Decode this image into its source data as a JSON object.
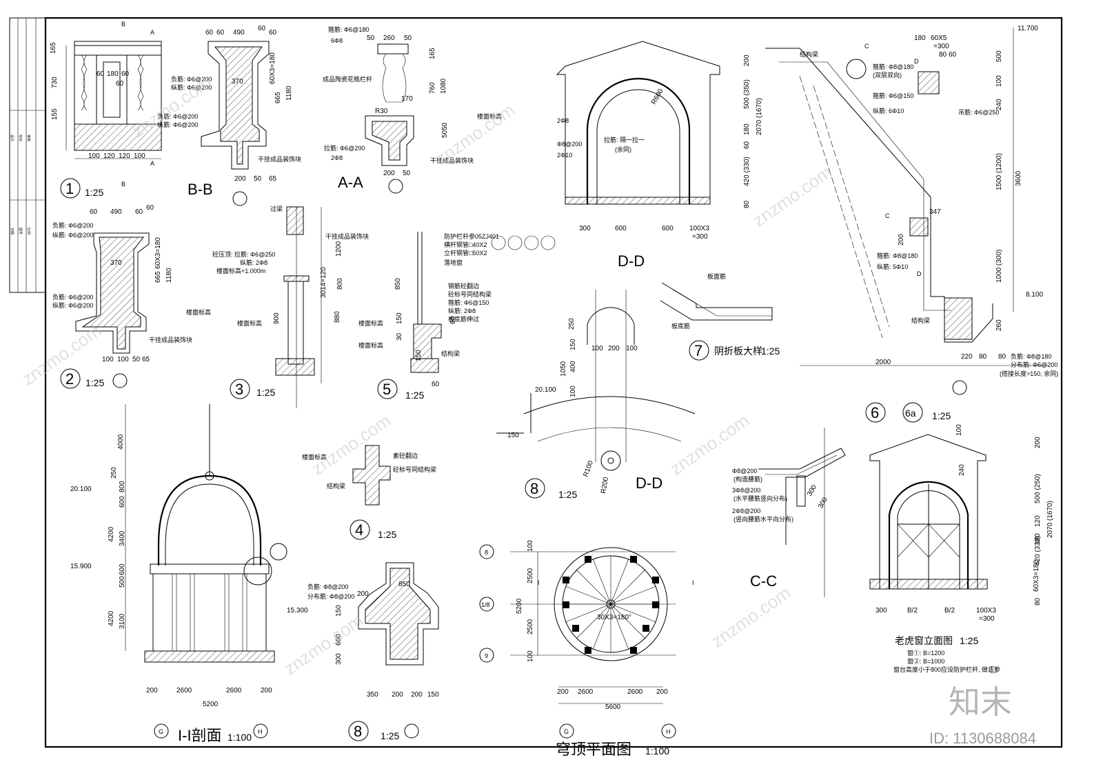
{
  "watermark": {
    "text": "znzmo.com",
    "logo": "知末",
    "id": "ID: 1130688084"
  },
  "details": {
    "d1": {
      "num": "1",
      "scale": "1:25"
    },
    "d2": {
      "num": "2",
      "scale": "1:25"
    },
    "d3": {
      "num": "3",
      "scale": "1:25"
    },
    "d4": {
      "num": "4",
      "scale": "1:25"
    },
    "d5": {
      "num": "5",
      "scale": "1:25"
    },
    "d6": {
      "num": "6",
      "num_b": "6a",
      "scale": "1:25"
    },
    "d7": {
      "num": "7",
      "title": "阴折板大样",
      "scale": "1:25"
    },
    "d8a": {
      "num": "8",
      "scale": "1:25"
    },
    "d8b": {
      "num": "8",
      "scale": "1:25"
    },
    "bb": {
      "title": "B-B"
    },
    "aa": {
      "title": "A-A"
    },
    "dd1": {
      "title": "D-D"
    },
    "dd2": {
      "title": "D-D"
    },
    "cc": {
      "title": "C-C"
    },
    "section": {
      "title": "I-I剖面",
      "scale": "1:100"
    },
    "plan": {
      "title": "穹顶平面图",
      "scale": "1:100"
    },
    "dormer": {
      "title": "老虎窗立面图",
      "scale": "1:25",
      "note1": "窗①: B=1200",
      "note2": "窗②: B=1000",
      "note3": "窗台高度小于800应设防护栏杆, 做法参"
    }
  },
  "dims": {
    "d1": [
      "165",
      "730",
      "155",
      "100",
      "120",
      "120",
      "100",
      "60",
      "180",
      "60",
      "60"
    ],
    "bb": [
      "60",
      "60",
      "490",
      "60",
      "60",
      "370",
      "60X3=180",
      "665",
      "1180",
      "200",
      "50",
      "65"
    ],
    "aa": [
      "50",
      "260",
      "50",
      "165",
      "760",
      "1080",
      "170",
      "5050",
      "200",
      "50",
      "R30",
      "200",
      "50"
    ],
    "d2": [
      "60",
      "490",
      "60",
      "60",
      "370",
      "60X3=180",
      "665",
      "1180",
      "100",
      "100",
      "50",
      "65"
    ],
    "d3": [
      "900",
      "3014=120",
      "880",
      "800",
      "1200"
    ],
    "d5": [
      "850",
      "150",
      "30",
      "60",
      "150",
      "60"
    ],
    "dd1": [
      "300",
      "600",
      "600",
      "100X3",
      "=300",
      "R600",
      "500 (350)",
      "2070 (1670)",
      "420 (330)",
      "60",
      "180",
      "200",
      "80"
    ],
    "d8a": [
      "250",
      "1050",
      "400",
      "100",
      "150",
      "20.100",
      "R100",
      "R200",
      "100",
      "200",
      "100",
      "150"
    ],
    "d6": [
      "180",
      "60X5",
      "=300",
      "80",
      "60",
      "11.700",
      "500",
      "240",
      "100",
      "1500 (1200)",
      "3600",
      "1000 (300)",
      "8.100",
      "260",
      "347",
      "2000",
      "220",
      "80",
      "80",
      "200"
    ],
    "section": [
      "4000",
      "250",
      "800",
      "600",
      "4200",
      "3400",
      "500",
      "600",
      "4200",
      "3100",
      "20.100",
      "15.900",
      "200",
      "2600",
      "2600",
      "200",
      "5200"
    ],
    "d8b": [
      "850",
      "200",
      "600",
      "150",
      "300",
      "350",
      "200",
      "200",
      "150",
      "15.300"
    ],
    "plan": [
      "100",
      "2500",
      "5200",
      "2500",
      "100",
      "200",
      "2600",
      "2600",
      "200",
      "5600",
      "30X3=180°"
    ],
    "cc": [
      "300",
      "300"
    ],
    "dormer": [
      "300",
      "B/2",
      "B/2",
      "100X3",
      "=300",
      "100",
      "200",
      "240",
      "500 (250)",
      "120",
      "180",
      "2070 (1670)",
      "420 (330)",
      "60X3=180",
      "80"
    ]
  },
  "labels": {
    "axes": [
      "B",
      "A",
      "B",
      "A",
      "C",
      "C",
      "D",
      "D",
      "I",
      "I",
      "G",
      "H",
      "G",
      "H"
    ],
    "grid_circles": [
      "8",
      "1/8",
      "9"
    ],
    "notes_bb": [
      "负筋: Φ6@200",
      "纵筋: Φ6@200",
      "负筋: Φ6@200",
      "纵筋: Φ6@200",
      "干挂成品装饰块"
    ],
    "notes_aa": [
      "箍筋: Φ6@180",
      "6Φ8",
      "成品陶瓷花瓶栏杆",
      "拉筋: Φ6@200",
      "2Φ8",
      "楼面标高",
      "干挂成品装饰块"
    ],
    "notes_d2": [
      "负筋: Φ6@200",
      "纵筋: Φ6@200",
      "负筋: Φ6@200",
      "纵筋: Φ6@200",
      "楼面标高",
      "干挂成品装饰块"
    ],
    "notes_d3": [
      "过梁",
      "干挂成品装饰块",
      "砼压顶: 拉筋: Φ6@250",
      "纵筋: 2Φ8",
      "楼面标高+1.000m",
      "楼面标高",
      "楼面标高"
    ],
    "notes_d5": [
      "防护栏杆参05ZJ401",
      "横杆钢管□40X2",
      "立杆钢管□50X2",
      "落地窗",
      "钢筋砼翻边",
      "砼标号同结构梁",
      "箍筋: Φ6@150",
      "纵筋: 2Φ8",
      "板底筋伸过",
      "楼面标高",
      "结构梁"
    ],
    "notes_dd1": [
      "2Φ8",
      "Φ8@200",
      "2Φ10",
      "拉筋: 隔一拉一",
      "(余同)"
    ],
    "notes_d7": [
      "板面筋",
      "板底筋"
    ],
    "notes_d6": [
      "结构梁",
      "箍筋: Φ8@180",
      "(双层双向)",
      "箍筋: Φ6@150",
      "纵筋: 6Φ10",
      "吊筋: Φ6@250",
      "箍筋: Φ8@180",
      "纵筋: 5Φ10",
      "结构梁",
      "负筋: Φ8@180",
      "分布筋: Φ6@200",
      "(搭接长度>150, 余同)"
    ],
    "notes_d4": [
      "楼面标高",
      "素砼翻边",
      "砼标号同结构梁",
      "结构梁"
    ],
    "notes_d8b": [
      "负筋: Φ8@200",
      "分布筋: Φ8@200"
    ],
    "notes_cc": [
      "Φ8@200",
      "(构造腰筋)",
      "3Φ8@200",
      "(水平腰筋竖向分布)",
      "2Φ8@200",
      "(竖向腰筋水平向分布)"
    ],
    "title_block": [
      "设计",
      "校对",
      "审核",
      "日期",
      "图号",
      "比例"
    ]
  }
}
